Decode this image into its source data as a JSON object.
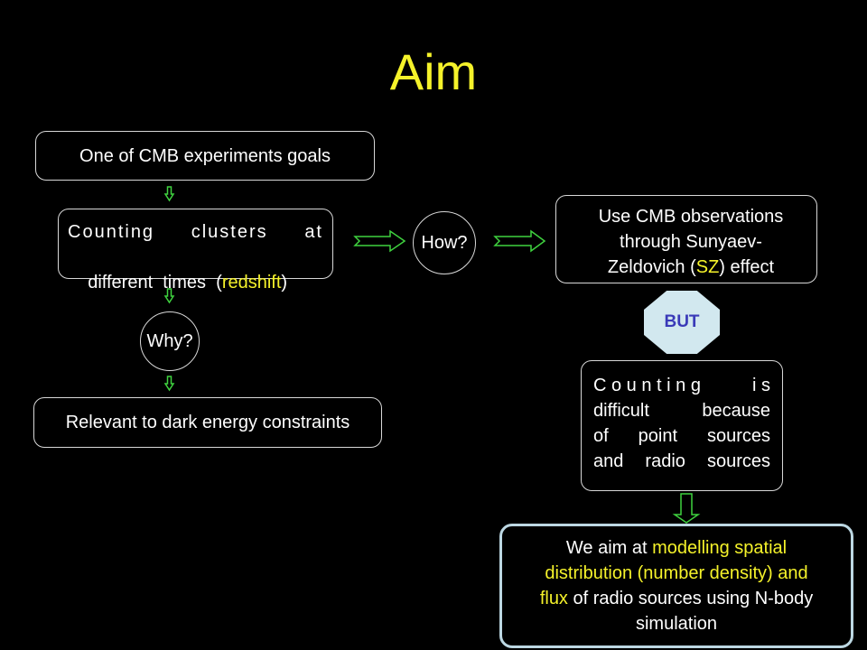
{
  "slide": {
    "title": "Aim",
    "goal_box": "One of CMB experiments goals",
    "counting_clusters": {
      "line1": [
        "Counting",
        "clusters",
        "at"
      ],
      "line2_pre": "different  times  (",
      "line2_highlight": "redshift",
      "line2_post": ")"
    },
    "why_label": "Why?",
    "how_label": "How?",
    "dark_energy_box": "Relevant to dark energy constraints",
    "cmb_observations": {
      "line1": "Use CMB observations",
      "line2": "through Sunyaev-",
      "line3_pre": "Zeldovich (",
      "line3_highlight": "SZ",
      "line3_post": ") effect"
    },
    "but_label": "BUT",
    "difficulty_box": {
      "line1": [
        "C o u n t i n g",
        "i s"
      ],
      "line2": [
        "difficult",
        "because"
      ],
      "line3": [
        "of",
        "point",
        "sources"
      ],
      "line4": [
        "and",
        "radio",
        "sources"
      ]
    },
    "aim_box": {
      "l1_pre": "We aim at ",
      "l1_highlight": "modelling spatial",
      "l2_highlight": "distribution (number density) and",
      "l3_highlight": "flux",
      "l3_post": " of radio sources using N-body",
      "l4": "simulation"
    }
  },
  "colors": {
    "background": "#000000",
    "title": "#f5f22a",
    "highlight": "#f5f22a",
    "arrow": "#3fd23f",
    "stop_sign": "#d2e8ef",
    "stop_text": "#3a3ab8"
  }
}
